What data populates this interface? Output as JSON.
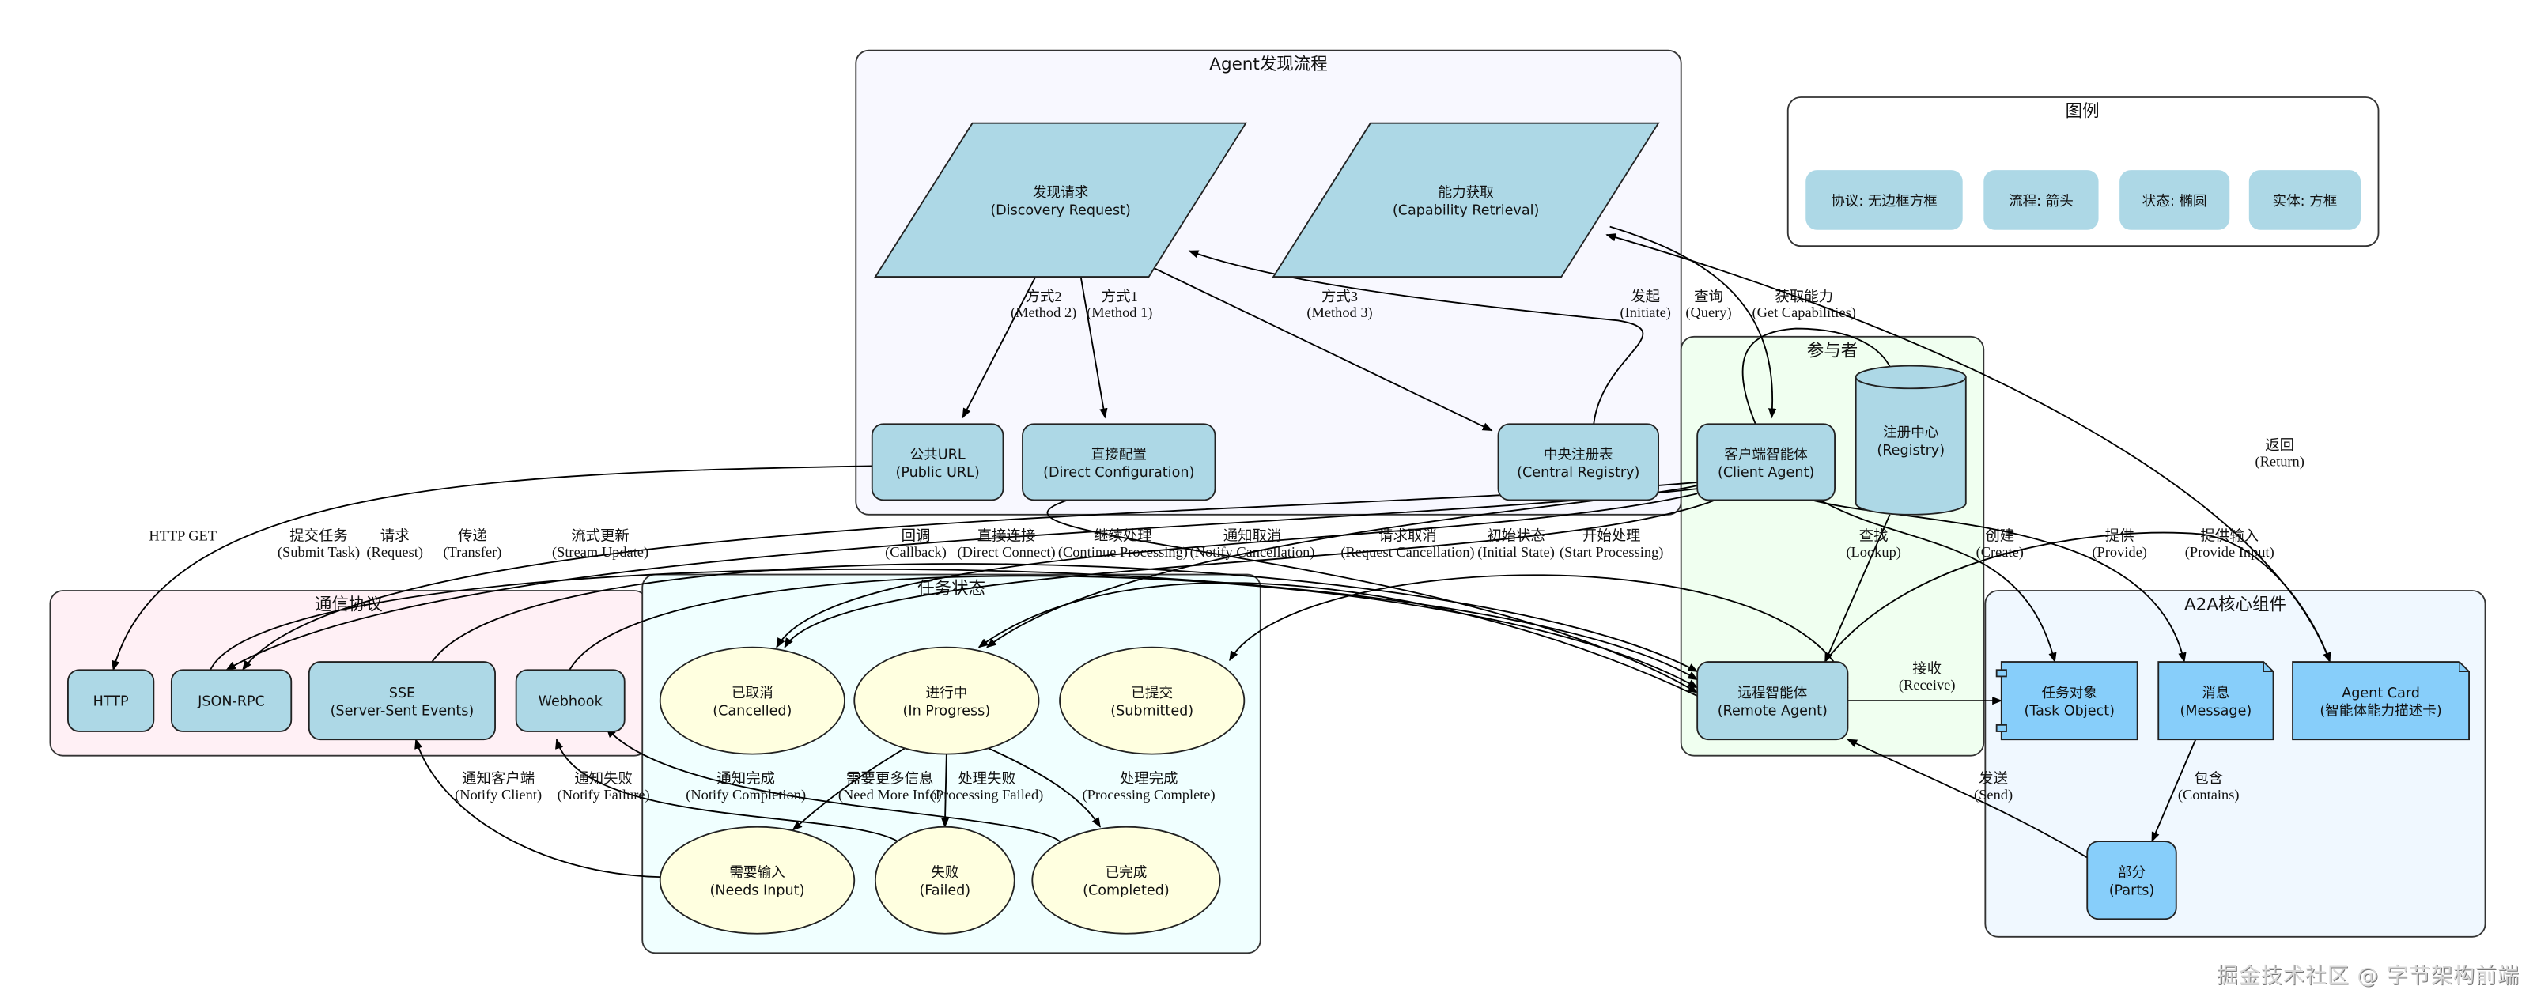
{
  "clusters": {
    "discovery": "Agent发现流程",
    "participants": "参与者",
    "protocols": "通信协议",
    "task_states": "任务状态",
    "core": "A2A核心组件",
    "legend": "图例"
  },
  "nodes": {
    "discovery_request": {
      "zh": "发现请求",
      "en": "(Discovery Request)"
    },
    "capability_retrieval": {
      "zh": "能力获取",
      "en": "(Capability Retrieval)"
    },
    "public_url": {
      "zh": "公共URL",
      "en": "(Public URL)"
    },
    "direct_config": {
      "zh": "直接配置",
      "en": "(Direct Configuration)"
    },
    "central_registry": {
      "zh": "中央注册表",
      "en": "(Central Registry)"
    },
    "client_agent": {
      "zh": "客户端智能体",
      "en": "(Client Agent)"
    },
    "registry": {
      "zh": "注册中心",
      "en": "(Registry)"
    },
    "remote_agent": {
      "zh": "远程智能体",
      "en": "(Remote Agent)"
    },
    "http": {
      "zh": "HTTP",
      "en": ""
    },
    "json_rpc": {
      "zh": "JSON-RPC",
      "en": ""
    },
    "sse": {
      "zh": "SSE",
      "en": "(Server-Sent Events)"
    },
    "webhook": {
      "zh": "Webhook",
      "en": ""
    },
    "cancelled": {
      "zh": "已取消",
      "en": "(Cancelled)"
    },
    "in_progress": {
      "zh": "进行中",
      "en": "(In Progress)"
    },
    "submitted": {
      "zh": "已提交",
      "en": "(Submitted)"
    },
    "needs_input": {
      "zh": "需要输入",
      "en": "(Needs Input)"
    },
    "failed": {
      "zh": "失败",
      "en": "(Failed)"
    },
    "completed": {
      "zh": "已完成",
      "en": "(Completed)"
    },
    "task_object": {
      "zh": "任务对象",
      "en": "(Task Object)"
    },
    "message": {
      "zh": "消息",
      "en": "(Message)"
    },
    "agent_card": {
      "zh": "Agent Card",
      "en": "(智能体能力描述卡)"
    },
    "parts": {
      "zh": "部分",
      "en": "(Parts)"
    }
  },
  "legend_items": [
    "协议: 无边框方框",
    "流程: 箭头",
    "状态: 椭圆",
    "实体: 方框"
  ],
  "edges": [
    {
      "zh": "方式2",
      "en": "(Method 2)"
    },
    {
      "zh": "方式1",
      "en": "(Method 1)"
    },
    {
      "zh": "方式3",
      "en": "(Method 3)"
    },
    {
      "zh": "发起",
      "en": "(Initiate)"
    },
    {
      "zh": "查询",
      "en": "(Query)"
    },
    {
      "zh": "获取能力",
      "en": "(Get Capabilities)"
    },
    {
      "zh": "返回",
      "en": "(Return)"
    },
    {
      "zh": "HTTP GET",
      "en": ""
    },
    {
      "zh": "提交任务",
      "en": "(Submit Task)"
    },
    {
      "zh": "请求",
      "en": "(Request)"
    },
    {
      "zh": "传递",
      "en": "(Transfer)"
    },
    {
      "zh": "流式更新",
      "en": "(Stream Update)"
    },
    {
      "zh": "回调",
      "en": "(Callback)"
    },
    {
      "zh": "直接连接",
      "en": "(Direct Connect)"
    },
    {
      "zh": "继续处理",
      "en": "(Continue Processing)"
    },
    {
      "zh": "通知取消",
      "en": "(Notify Cancellation)"
    },
    {
      "zh": "请求取消",
      "en": "(Request Cancellation)"
    },
    {
      "zh": "初始状态",
      "en": "(Initial State)"
    },
    {
      "zh": "开始处理",
      "en": "(Start Processing)"
    },
    {
      "zh": "查找",
      "en": "(Lookup)"
    },
    {
      "zh": "创建",
      "en": "(Create)"
    },
    {
      "zh": "提供",
      "en": "(Provide)"
    },
    {
      "zh": "提供输入",
      "en": "(Provide Input)"
    },
    {
      "zh": "接收",
      "en": "(Receive)"
    },
    {
      "zh": "发送",
      "en": "(Send)"
    },
    {
      "zh": "包含",
      "en": "(Contains)"
    },
    {
      "zh": "通知客户端",
      "en": "(Notify Client)"
    },
    {
      "zh": "通知失败",
      "en": "(Notify Failure)"
    },
    {
      "zh": "通知完成",
      "en": "(Notify Completion)"
    },
    {
      "zh": "需要更多信息",
      "en": "(Need More Info)"
    },
    {
      "zh": "处理失败",
      "en": "(Processing Failed)"
    },
    {
      "zh": "处理完成",
      "en": "(Processing Complete)"
    }
  ],
  "watermark": "掘金技术社区 @ 字节架构前端",
  "colors": {
    "entity": "#add8e6",
    "state": "#ffffe0",
    "core_entity": "#87cefa",
    "discovery_bg": "#f8f8ff",
    "participants_bg": "#f0fff0",
    "protocols_bg": "#fff0f5",
    "task_states_bg": "#f0ffff",
    "core_bg": "#f0f8ff"
  }
}
